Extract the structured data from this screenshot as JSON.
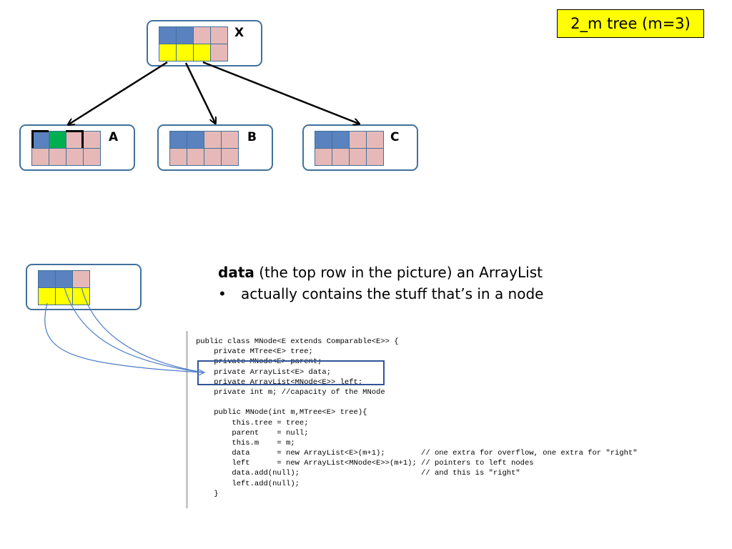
{
  "title": "2_m tree (m=3)",
  "colors": {
    "blue": "#5a82bf",
    "pink": "#e6b9b8",
    "yellow": "#ffff00",
    "green": "#00b050",
    "border": "#41719c",
    "arrow": "#000000",
    "connector": "#4472c4"
  },
  "nodes": {
    "x": {
      "label": "X",
      "top_row": [
        "blue",
        "blue",
        "pink",
        "pink"
      ],
      "bottom_row": [
        "yellow",
        "yellow",
        "yellow",
        "pink"
      ]
    },
    "a": {
      "label": "A",
      "top_row": [
        "blue",
        "green",
        "pink",
        "pink"
      ],
      "bottom_row": [
        "pink",
        "pink",
        "pink",
        "pink"
      ]
    },
    "b": {
      "label": "B",
      "top_row": [
        "blue",
        "blue",
        "pink",
        "pink"
      ],
      "bottom_row": [
        "pink",
        "pink",
        "pink",
        "pink"
      ]
    },
    "c": {
      "label": "C",
      "top_row": [
        "blue",
        "blue",
        "pink",
        "pink"
      ],
      "bottom_row": [
        "pink",
        "pink",
        "pink",
        "pink"
      ]
    },
    "detail": {
      "top_row": [
        "blue",
        "blue",
        "pink"
      ],
      "bottom_row": [
        "yellow",
        "yellow",
        "yellow"
      ]
    }
  },
  "description": {
    "term": "data",
    "rest": " (the top row in the picture) an ArrayList",
    "bullet": "actually contains the stuff that’s in a node"
  },
  "code_lines": [
    "public class MNode<E extends Comparable<E>> {",
    "    private MTree<E> tree;",
    "    private MNode<E> parent;",
    "    private ArrayList<E> data;",
    "    private ArrayList<MNode<E>> left;",
    "    private int m; //capacity of the MNode",
    "",
    "    public MNode(int m,MTree<E> tree){",
    "        this.tree = tree;",
    "        parent    = null;",
    "        this.m    = m;",
    "        data      = new ArrayList<E>(m+1);        // one extra for overflow, one extra for \"right\"",
    "        left      = new ArrayList<MNode<E>>(m+1); // pointers to left nodes",
    "        data.add(null);                           // and this is \"right\"",
    "        left.add(null);",
    "    }"
  ]
}
